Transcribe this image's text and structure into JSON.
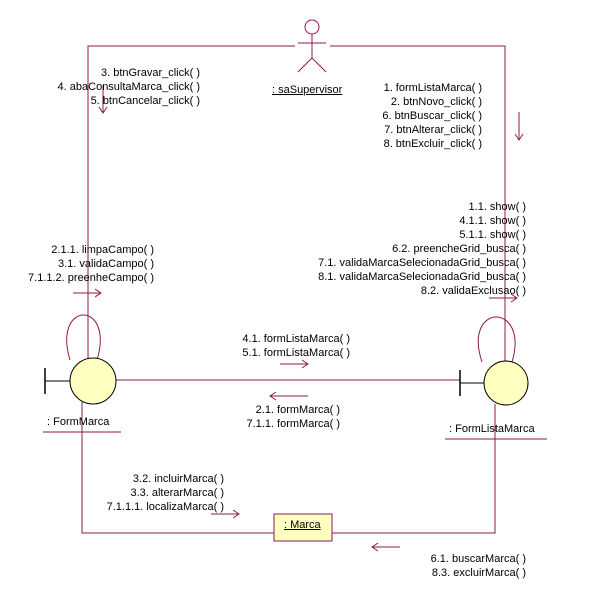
{
  "actor": {
    "name": ": saSupervisor"
  },
  "objects": {
    "form_marca": ": FormMarca",
    "form_lista_marca": ": FormListaMarca",
    "marca": ": Marca"
  },
  "messages": {
    "actor_to_form_marca": [
      "3. btnGravar_click( )",
      "4. abaConsultaMarca_click( )",
      "5. btnCancelar_click( )"
    ],
    "actor_to_form_lista": [
      "1. formListaMarca( )",
      "2. btnNovo_click( )",
      "6. btnBuscar_click( )",
      "7. btnAlterar_click( )",
      "8. btnExcluir_click( )"
    ],
    "form_lista_self": [
      "1.1. show( )",
      "4.1.1. show( )",
      "5.1.1. show( )",
      "6.2. preencheGrid_busca( )",
      "7.1. validaMarcaSelecionadaGrid_busca( )",
      "8.1. validaMarcaSelecionadaGrid_busca( )",
      "8.2. validaExclusao( )"
    ],
    "form_marca_self": [
      "2.1.1. limpaCampo( )",
      "3.1. validaCampo( )",
      "7.1.1.2. preenheCampo( )"
    ],
    "form_marca_to_lista": [
      "4.1. formListaMarca( )",
      "5.1. formListaMarca( )"
    ],
    "lista_to_form_marca": [
      "2.1. formMarca( )",
      "7.1.1. formMarca( )"
    ],
    "form_marca_to_marca": [
      "3.2. incluirMarca( )",
      "3.3. alterarMarca( )",
      "7.1.1.1. localizaMarca( )"
    ],
    "lista_to_marca": [
      "6.1. buscarMarca( )",
      "8.3. excluirMarca( )"
    ]
  }
}
